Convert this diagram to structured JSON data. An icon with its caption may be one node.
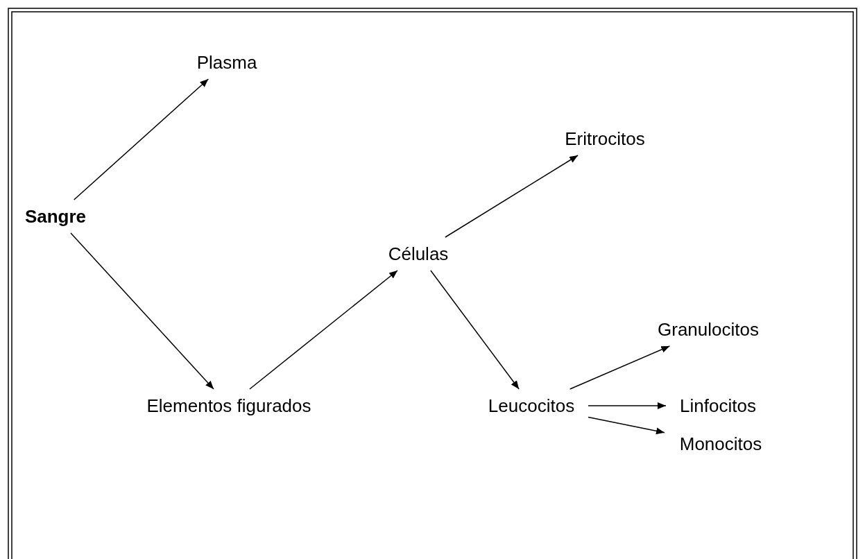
{
  "diagram": {
    "nodes": [
      {
        "text": [
          "Sangre"
        ]
      },
      {
        "text": [
          "Plasma"
        ]
      },
      {
        "text": [
          "Elementos figurados"
        ]
      },
      {
        "text": [
          "Células"
        ]
      },
      {
        "text": [
          "Eritrocitos"
        ]
      },
      {
        "text": [
          "Leucocitos"
        ]
      },
      {
        "text": [
          "Granulocitos"
        ]
      },
      {
        "text": [
          "Linfocitos"
        ]
      },
      {
        "text": [
          "Monocitos"
        ]
      }
    ],
    "edges": [
      {
        "from": 0,
        "to": 1,
        "arrow": "to"
      },
      {
        "from": 0,
        "to": 2,
        "arrow": "to"
      },
      {
        "from": 2,
        "to": 3,
        "arrow": "to"
      },
      {
        "from": 3,
        "to": 4,
        "arrow": "to"
      },
      {
        "from": 3,
        "to": 5,
        "arrow": "to"
      },
      {
        "from": 5,
        "to": 6,
        "arrow": "to"
      },
      {
        "from": 5,
        "to": 7,
        "arrow": "to"
      },
      {
        "from": 5,
        "to": 8,
        "arrow": "to"
      }
    ]
  }
}
